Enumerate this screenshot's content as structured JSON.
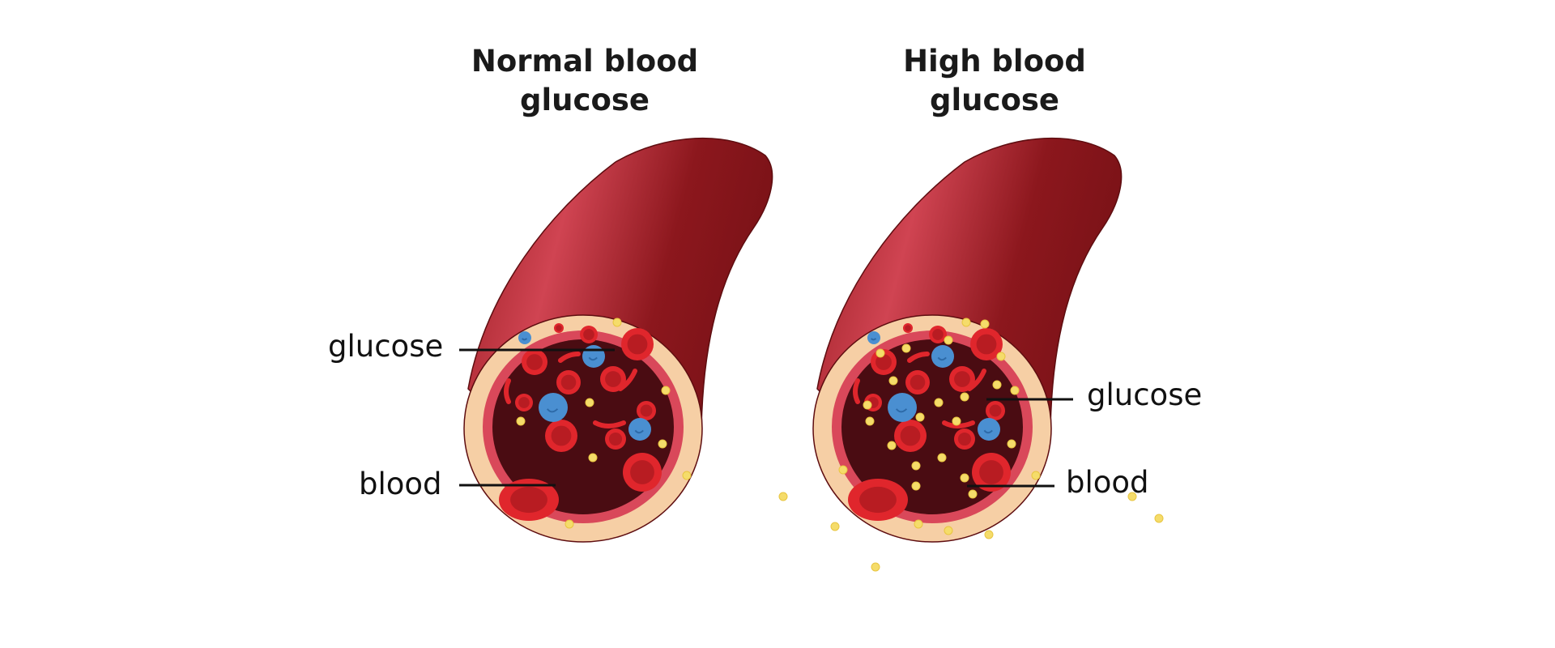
{
  "panels": [
    {
      "title_line1": "Normal blood",
      "title_line2": "glucose",
      "label_glucose": "glucose",
      "label_blood": "blood"
    },
    {
      "title_line1": "High blood",
      "title_line2": "glucose",
      "label_glucose": "glucose",
      "label_blood": "blood"
    }
  ],
  "colors": {
    "vessel": "#8a161c",
    "wall": "#f6cfa5",
    "lining": "#d9485a",
    "lumen": "#4a0c12",
    "rbc": "#e0262c",
    "wbc": "#4a8fd1",
    "glucose": "#f5dc6a"
  }
}
